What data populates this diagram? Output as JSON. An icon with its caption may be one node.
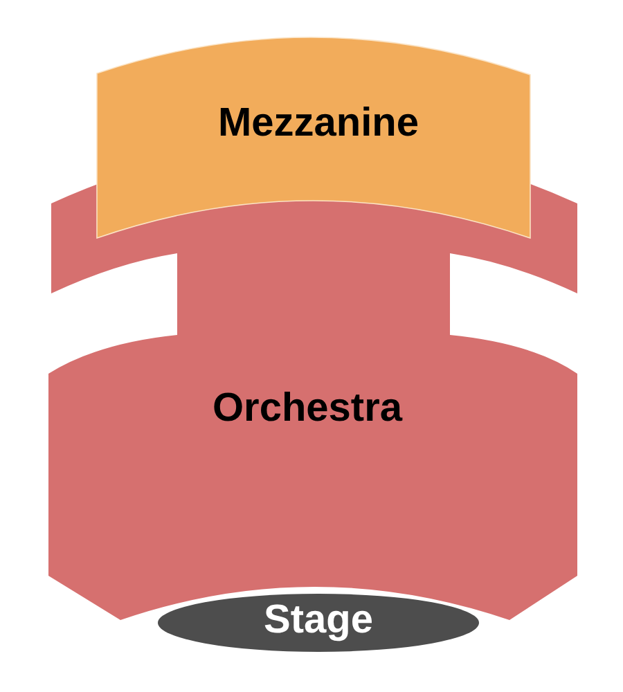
{
  "diagram": {
    "nodes": [
      {
        "text": [
          "Mezzanine"
        ]
      },
      {
        "text": [
          "Orchestra"
        ]
      },
      {
        "text": [
          "Stage"
        ]
      }
    ]
  }
}
